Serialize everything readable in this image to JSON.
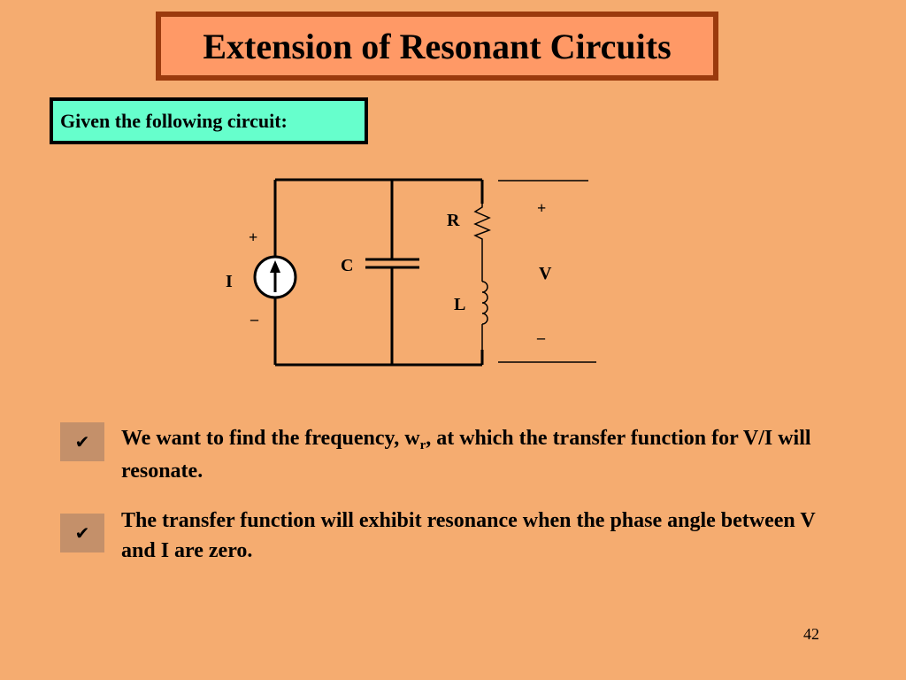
{
  "title": "Extension of Resonant Circuits",
  "given_label": "Given the following circuit:",
  "circuit": {
    "source_label": "I",
    "source_plus": "+",
    "source_minus": "_",
    "capacitor_label": "C",
    "resistor_label": "R",
    "inductor_label": "L",
    "output_plus": "+",
    "output_label": "V",
    "output_minus": "_"
  },
  "bullets": [
    {
      "icon": "check-icon",
      "text_before": "We want to find the frequency, w",
      "subscript": "r",
      "text_after": ", at which the transfer function for V/I will resonate."
    },
    {
      "icon": "check-icon",
      "text": "The transfer function will exhibit resonance when the phase angle between V and I are zero."
    }
  ],
  "page_number": "42",
  "colors": {
    "background": "#F5AC70",
    "title_fill": "#FF9966",
    "title_border": "#9B3A0D",
    "given_fill": "#66FFCC",
    "bullet_box": "#C4906A"
  }
}
